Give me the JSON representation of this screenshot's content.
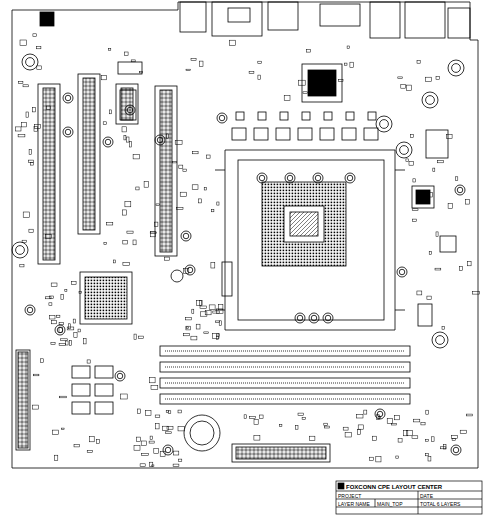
{
  "diagram": {
    "labels": [
      "FOXCONN CPE LAYOUT CENTER",
      "PROJECT",
      "DATE",
      "LAYER NAME",
      "MAIN_TOP",
      "TOTAL 6 LAYERS"
    ]
  }
}
